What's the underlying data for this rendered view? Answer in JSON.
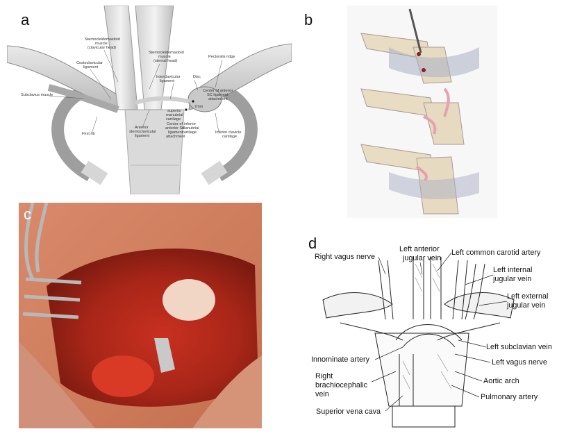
{
  "panels": {
    "a": {
      "letter": "a",
      "labels": {
        "scm_clav": [
          "Sternocleidomastoid",
          "muscle",
          "(clavicular head)"
        ],
        "scm_stern": [
          "Sternocleidomastoid",
          "muscle",
          "(sternal head)"
        ],
        "costoclav": [
          "Costoclavicular",
          "ligament"
        ],
        "pect": "Pectoralis ridge",
        "interclav": [
          "Interclavicular",
          "ligament"
        ],
        "disc": "Disc",
        "center_ant": [
          "Center of anterior",
          "SC ligament",
          "attachment"
        ],
        "subclavius": "Subclavius muscle",
        "sup_man": [
          "superior",
          "manubrial",
          "cartilage"
        ],
        "first_rib": "First rib",
        "ant_sc": [
          "Anterior",
          "sternoclavicular",
          "ligament"
        ],
        "center_ant2": [
          "Center of",
          "anterior SC",
          "ligament",
          "attachment"
        ],
        "inf_man": [
          "inferior",
          "manubrial",
          "cartilage"
        ],
        "inf_clav": [
          "Inferior clavicle",
          "cartilage"
        ],
        "small_a": "7mm"
      }
    },
    "b": {
      "letter": "b"
    },
    "c": {
      "letter": "c"
    },
    "d": {
      "letter": "d",
      "labels": {
        "rvn": "Right vagus nerve",
        "laj": [
          "Left anterior",
          "jugular vein"
        ],
        "lcca": "Left common carotid artery",
        "lij": [
          "Left internal",
          "jugular vein"
        ],
        "lej": [
          "Left external",
          "jugular vein"
        ],
        "lsv": "Left subclavian vein",
        "innom": "Innominate artery",
        "lvn": "Left vagus nerve",
        "rbv": [
          "Right",
          "brachiocephalic",
          "vein"
        ],
        "aa": "Aortic arch",
        "pa": "Pulmonary artery",
        "svc": "Superior vena cava"
      }
    }
  }
}
